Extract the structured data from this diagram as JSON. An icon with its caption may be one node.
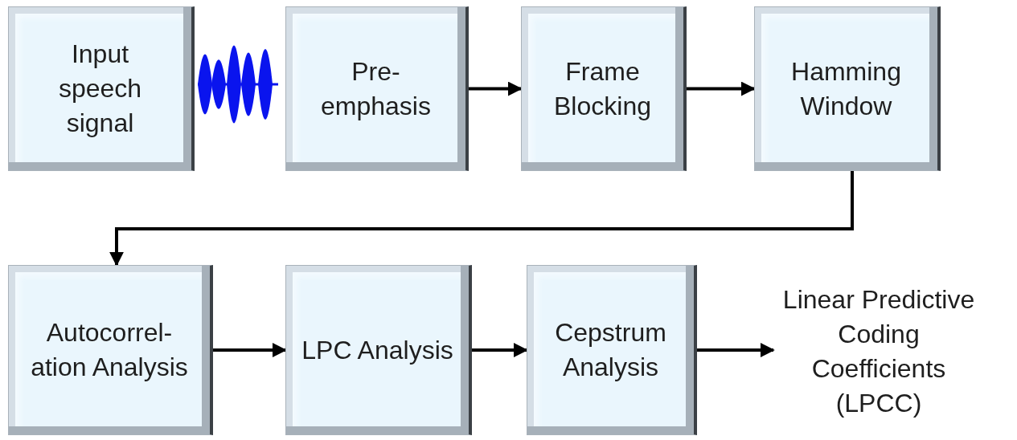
{
  "diagram": {
    "nodes": [
      {
        "text": [
          "Input speech signal"
        ]
      },
      {
        "text": [
          "Pre- emphasis"
        ]
      },
      {
        "text": [
          "Frame Blocking"
        ]
      },
      {
        "text": [
          "Hamming Window"
        ]
      },
      {
        "text": [
          "Autocorrel- ation Analysis"
        ]
      },
      {
        "text": [
          "LPC Analysis"
        ]
      },
      {
        "text": [
          "Cepstrum Analysis"
        ]
      },
      {
        "text": [
          "Linear Predictive Coding Coefficients (LPCC)"
        ]
      }
    ],
    "edges": [
      {
        "from": 1,
        "to": 2,
        "arrow": "to"
      },
      {
        "from": 2,
        "to": 3,
        "arrow": "to"
      },
      {
        "from": 3,
        "to": 4,
        "arrow": "to"
      },
      {
        "from": 4,
        "to": 5,
        "arrow": "to"
      },
      {
        "from": 5,
        "to": 6,
        "arrow": "to"
      },
      {
        "from": 6,
        "to": 7,
        "arrow": "to"
      }
    ]
  }
}
